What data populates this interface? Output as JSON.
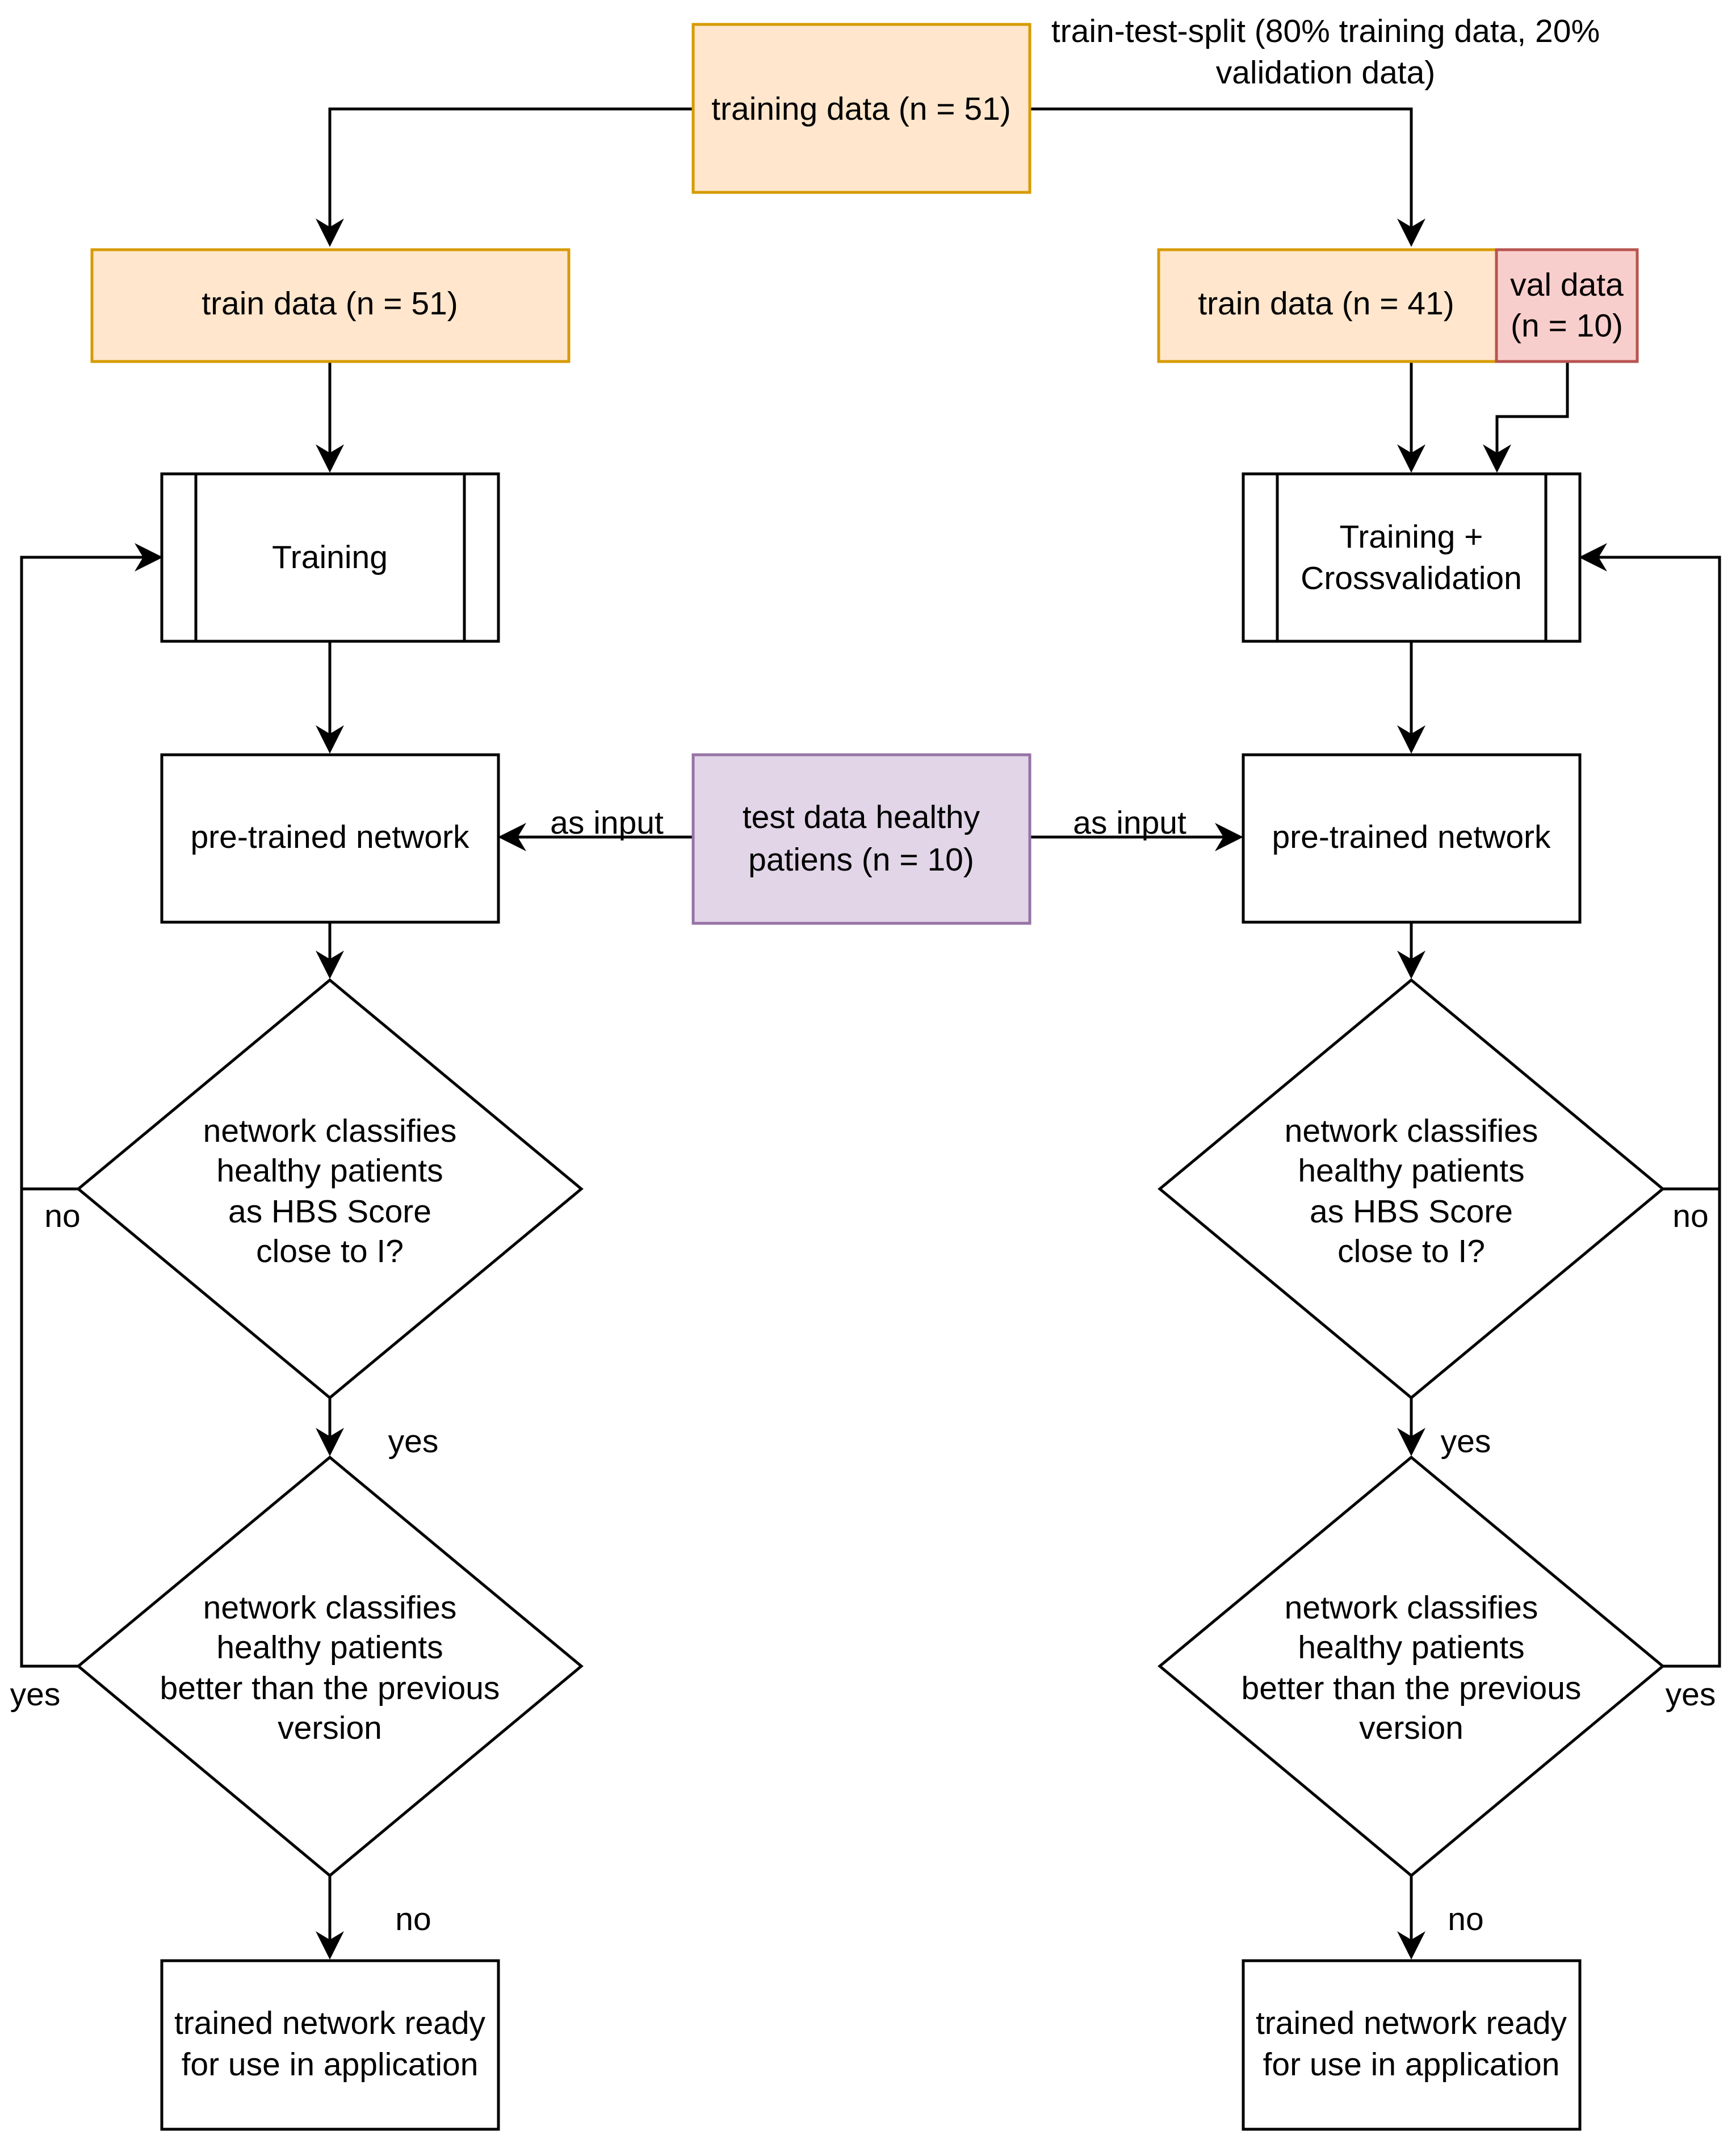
{
  "colors": {
    "orange_fill": "#FFE6CC",
    "orange_stroke": "#D79B00",
    "red_fill": "#F8CECC",
    "red_stroke": "#B85450",
    "purple_fill": "#E1D5E7",
    "purple_stroke": "#9673A6",
    "line": "#000000",
    "white": "#FFFFFF"
  },
  "top": {
    "training_data": "training data (n = 51)",
    "split_note": [
      "train-test-split (80% training data, 20%",
      "validation data)"
    ]
  },
  "left": {
    "train_data": "train data (n = 51)",
    "process": [
      "Training"
    ],
    "pretrained": "pre-trained network",
    "decision1": [
      "network classifies",
      "healthy patients",
      "as HBS Score",
      "close to I?"
    ],
    "decision2": [
      "network classifies",
      "healthy patients",
      "better than the previous",
      "version"
    ],
    "final": [
      "trained network ready",
      "for use in application"
    ],
    "label_no": "no",
    "label_yes": "yes",
    "label_yes_exit": "yes",
    "label_no_exit": "no"
  },
  "right": {
    "train_data": "train data (n = 41)",
    "val_data": [
      "val data",
      "(n = 10)"
    ],
    "process": [
      "Training +",
      "Crossvalidation"
    ],
    "pretrained": "pre-trained network",
    "decision1": [
      "network classifies",
      "healthy patients",
      "as HBS Score",
      "close to I?"
    ],
    "decision2": [
      "network classifies",
      "healthy patients",
      "better than the previous",
      "version"
    ],
    "final": [
      "trained network ready",
      "for use in application"
    ],
    "label_no": "no",
    "label_yes": "yes",
    "label_yes_exit": "yes",
    "label_no_exit": "no"
  },
  "center": {
    "test_data": [
      "test data healthy",
      "patiens (n = 10)"
    ],
    "as_input_left": "as input",
    "as_input_right": "as input"
  }
}
